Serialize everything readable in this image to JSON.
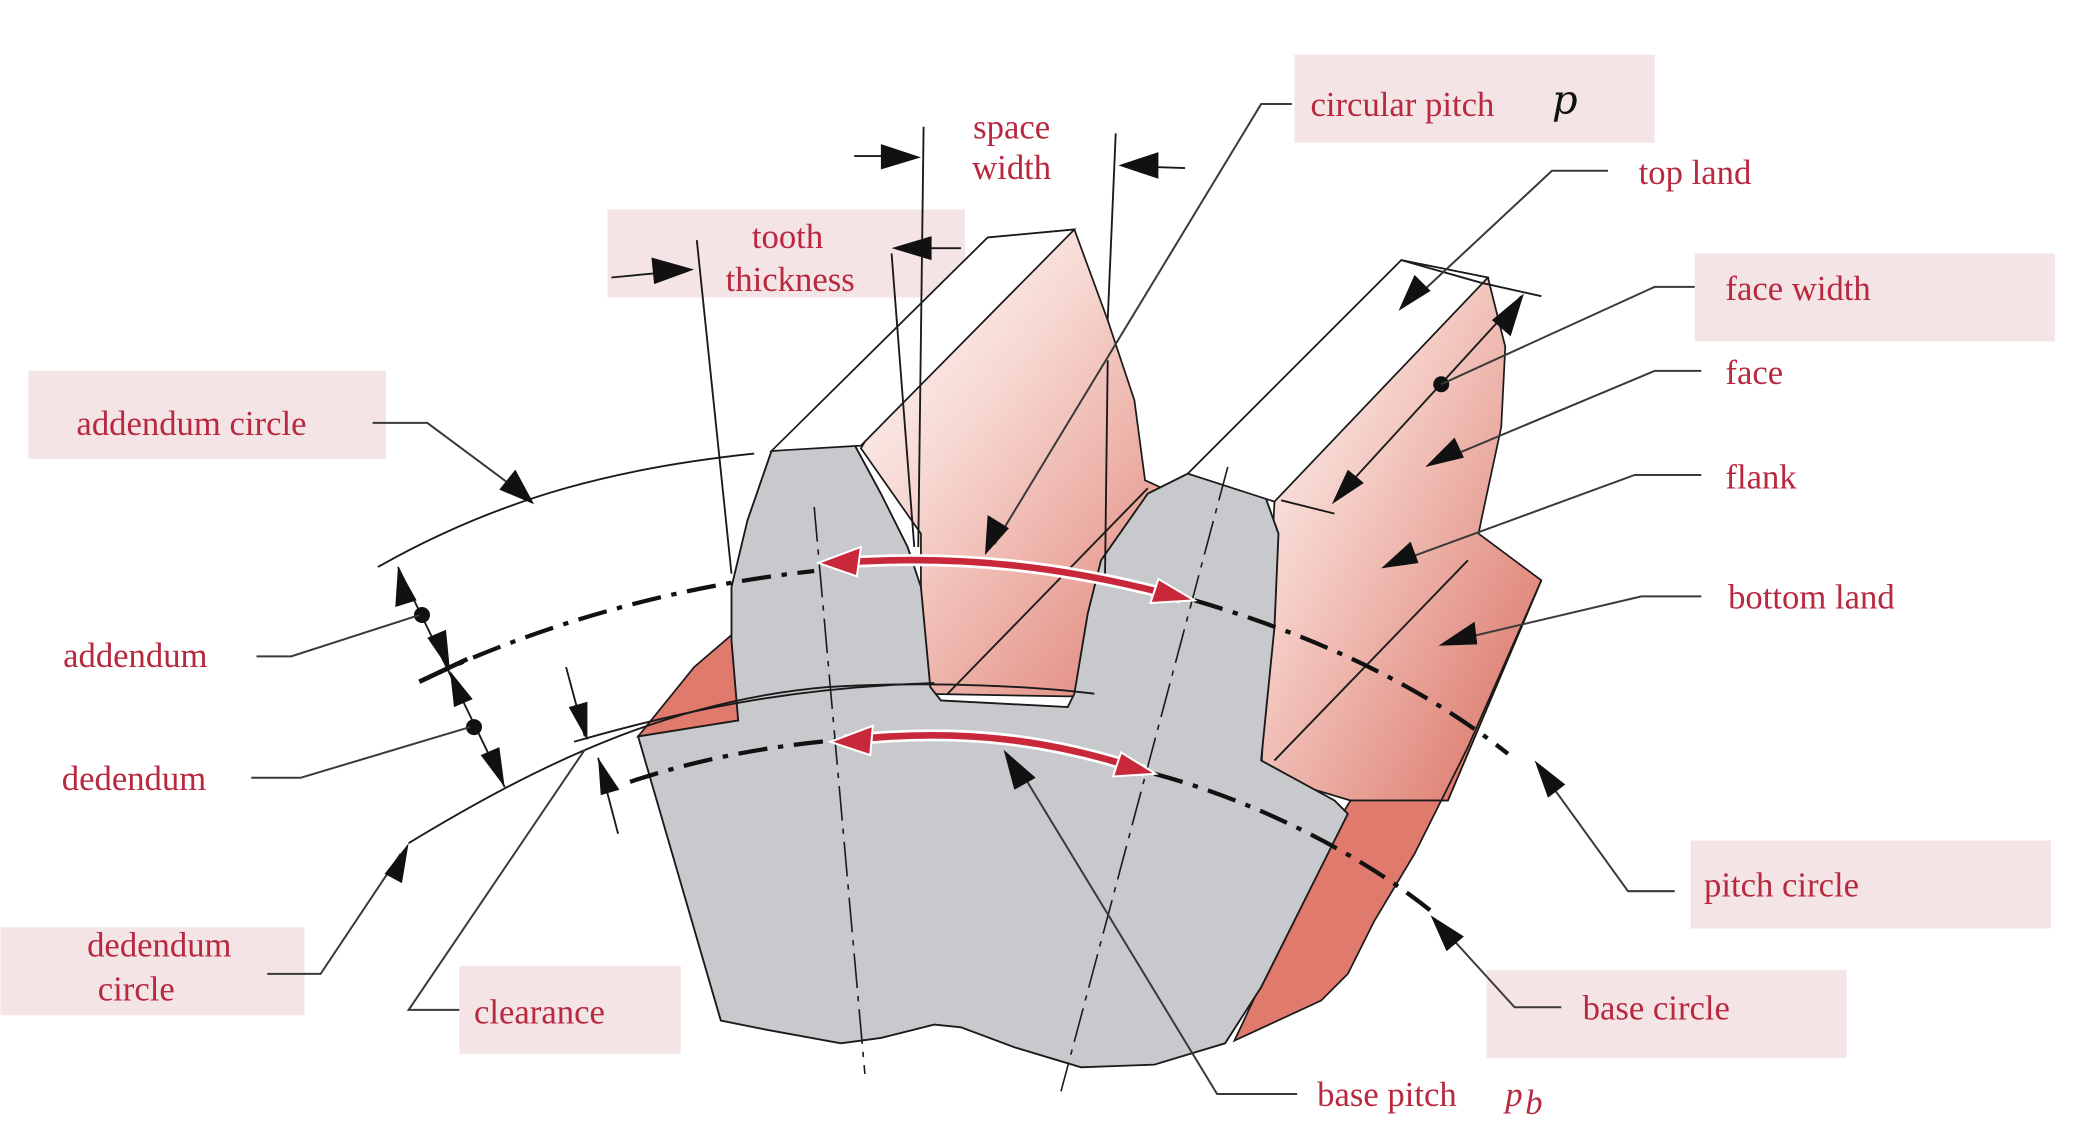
{
  "figure": {
    "title": "Nomenclature of spur-gear teeth",
    "colors": {
      "label_text": "#b8283f",
      "label_box": "#f4e4e6",
      "tooth_gray": "#c8c9cc",
      "tooth_face_light": "#fbeeea",
      "tooth_face_dark": "#e07a6c",
      "pitch_arrow": "#c8283a"
    },
    "labels": {
      "circular_pitch": "circular pitch",
      "circular_pitch_symbol": "p",
      "space_width_line1": "space",
      "space_width_line2": "width",
      "tooth_thickness_line1": "tooth",
      "tooth_thickness_line2": "thickness",
      "top_land": "top land",
      "face_width": "face width",
      "face": "face",
      "flank": "flank",
      "bottom_land": "bottom land",
      "addendum_circle": "addendum circle",
      "addendum": "addendum",
      "dedendum": "dedendum",
      "dedendum_circle_line1": "dedendum",
      "dedendum_circle_line2": "circle",
      "clearance": "clearance",
      "pitch_circle": "pitch circle",
      "base_circle": "base circle",
      "base_pitch": "base pitch",
      "base_pitch_symbol": "p",
      "base_pitch_subscript": "b"
    }
  }
}
